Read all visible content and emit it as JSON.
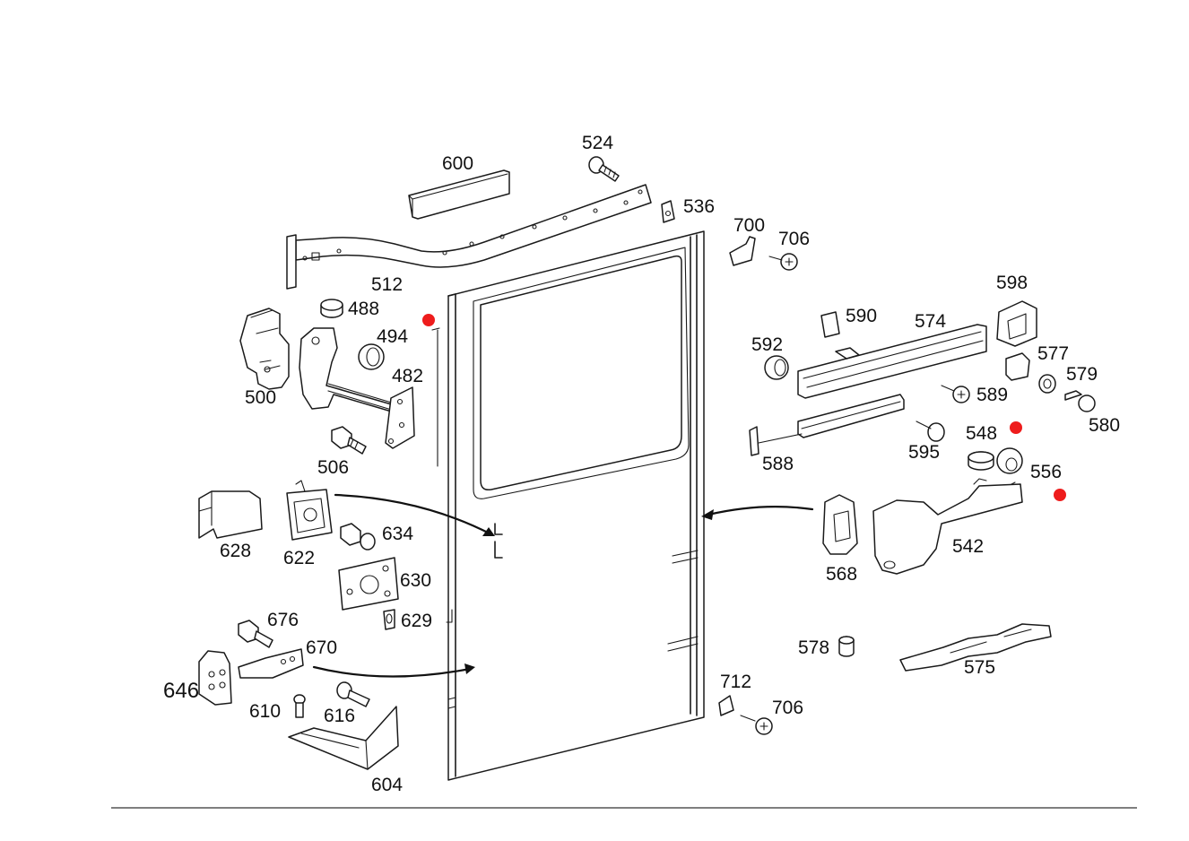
{
  "labels": {
    "p482": "482",
    "p488": "488",
    "p494": "494",
    "p500": "500",
    "p506": "506",
    "p512": "512",
    "p524": "524",
    "p536": "536",
    "p542": "542",
    "p548": "548",
    "p556": "556",
    "p568": "568",
    "p574": "574",
    "p575": "575",
    "p577": "577",
    "p578": "578",
    "p579": "579",
    "p580": "580",
    "p588": "588",
    "p589": "589",
    "p590": "590",
    "p592": "592",
    "p595": "595",
    "p598": "598",
    "p600": "600",
    "p604": "604",
    "p610": "610",
    "p616": "616",
    "p622": "622",
    "p628": "628",
    "p629": "629",
    "p630": "630",
    "p634": "634",
    "p646": "646",
    "p670": "670",
    "p676": "676",
    "p700": "700",
    "p706a": "706",
    "p706b": "706",
    "p712": "712"
  },
  "colors": {
    "marker": "#ee1c1c",
    "line": "#1a1a1a",
    "background": "#ffffff"
  }
}
